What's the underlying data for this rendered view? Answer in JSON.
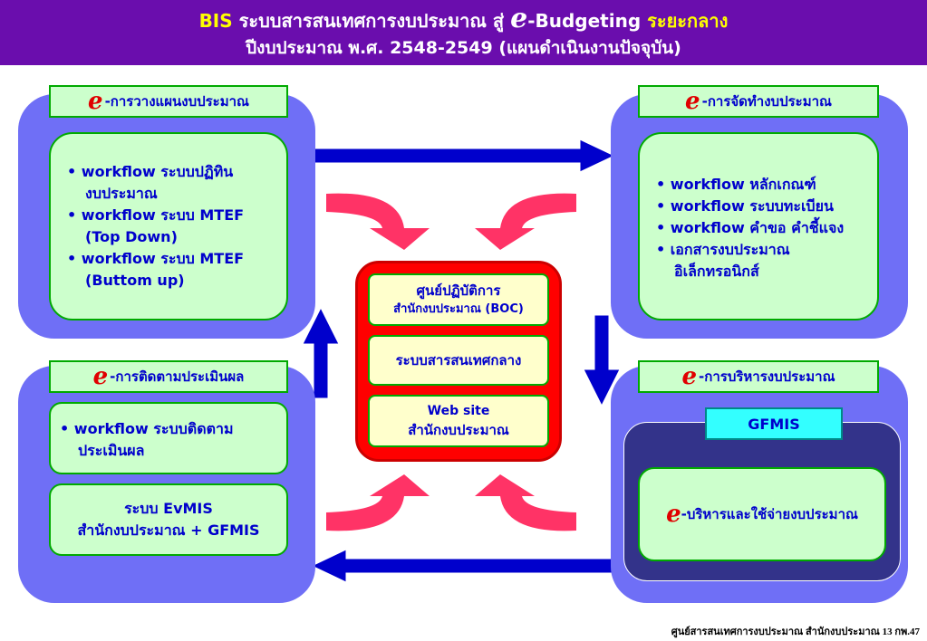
{
  "header": {
    "line1_bis": "BIS",
    "line1_mid": " ระบบสารสนเทศการงบประมาณ สู่ ",
    "line1_e": "e",
    "line1_budgeting": "-Budgeting",
    "line1_end": " ระยะกลาง",
    "line2": "ปีงบประมาณ พ.ศ. 2548-2549 (แผนดำเนินงานปัจจุบัน)"
  },
  "planning": {
    "e": "e",
    "title": "-การวางแผนงบประมาณ",
    "items": [
      {
        "l1": "• workflow ระบบปฏิทิน",
        "l2": "งบประมาณ"
      },
      {
        "l1": "• workflow ระบบ MTEF",
        "l2": "(Top Down)"
      },
      {
        "l1": "• workflow ระบบ MTEF",
        "l2": "(Buttom up)"
      }
    ]
  },
  "preparation": {
    "e": "e",
    "title": "-การจัดทำงบประมาณ",
    "items": [
      "• workflow หลักเกณฑ์",
      "• workflow ระบบทะเบียน",
      "• workflow คำขอ คำชี้แจง",
      "• เอกสารงบประมาณ"
    ],
    "item_cont": "อิเล็กทรอนิกส์"
  },
  "monitoring": {
    "e": "e",
    "title": "-การติดตามประเมินผล",
    "item_l1": "• workflow ระบบติดตาม",
    "item_l2": "ประเมินผล",
    "evmis_l1": "ระบบ EvMIS",
    "evmis_l2": "สำนักงบประมาณ + GFMIS"
  },
  "administration": {
    "e": "e",
    "title": "-การบริหารงบประมาณ",
    "gfmis": "GFMIS",
    "inner_e": "e",
    "inner_text": "-บริหารและใช้จ่ายงบประมาณ"
  },
  "center": {
    "boc_l1": "ศูนย์ปฏิบัติการ",
    "boc_l2": "สำนักงบประมาณ (BOC)",
    "central": "ระบบสารสนเทศกลาง",
    "web_l1": "Web site",
    "web_l2": "สำนักงบประมาณ"
  },
  "footer": "ศูนย์สารสนเทศการงบประมาณ  สำนักงบประมาณ 13 กพ.47",
  "colors": {
    "header_bg": "#6a0dad",
    "panel": "#6f6ff6",
    "box_fill": "#ccffcc",
    "arrow_blue": "#0000cc",
    "arrow_pink": "#ff3366",
    "center_red": "#ff0000"
  }
}
